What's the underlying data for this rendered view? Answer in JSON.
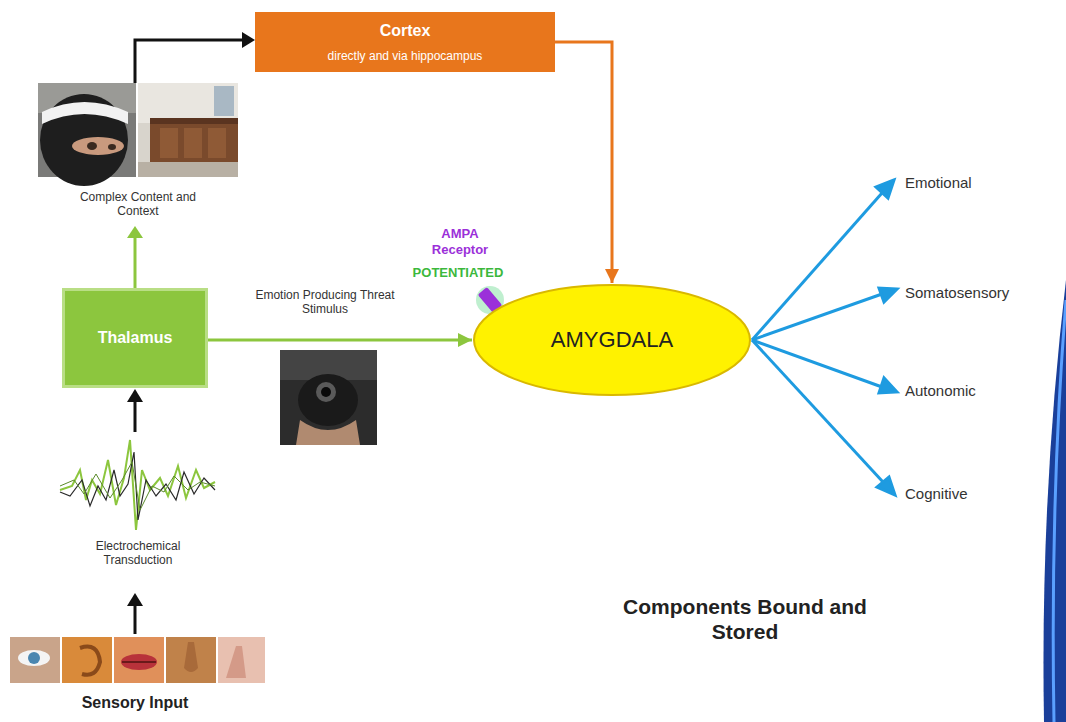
{
  "diagram": {
    "nodes": [
      {
        "text": [
          "Cortex",
          "directly and via hippocampus"
        ]
      },
      {
        "text": [
          "Thalamus"
        ]
      },
      {
        "text": [
          "AMYGDALA"
        ]
      }
    ],
    "edges": [
      {
        "from": 1,
        "to": 2,
        "arrow": "to",
        "label": "Emotion Producing Threat Stimulus"
      },
      {
        "from": 0,
        "to": 2,
        "arrow": "to"
      }
    ],
    "labels": [
      "Complex Content and Context",
      "AMPA Receptor",
      "POTENTIATED",
      "Emotional",
      "Somatosensory",
      "Autonomic",
      "Cognitive",
      "Electrochemical Transduction",
      "Sensory Input",
      "Components Bound and Stored"
    ]
  }
}
